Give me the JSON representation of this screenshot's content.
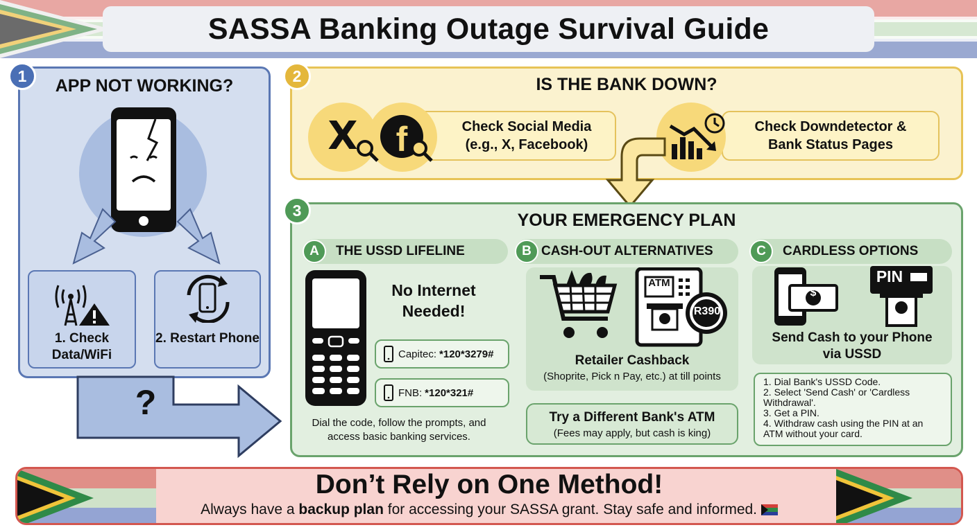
{
  "header": {
    "title": "SASSA Banking Outage Survival Guide"
  },
  "section1": {
    "number": "1",
    "title": "APP NOT WORKING?",
    "step1_label": "1. Check Data/WiFi",
    "step2_label": "2. Restart Phone",
    "question_mark": "?"
  },
  "section2": {
    "number": "2",
    "title": "IS THE BANK DOWN?",
    "social_label": "Check Social Media (e.g., X, Facebook)",
    "downdetector_label": "Check Downdetector & Bank Status Pages",
    "x_glyph": "X",
    "fb_glyph": "f"
  },
  "section3": {
    "number": "3",
    "title": "YOUR EMERGENCY PLAN",
    "col_a": {
      "letter": "A",
      "header": "THE USSD LIFELINE",
      "headline": "No Internet Needed!",
      "capitec_label": "Capitec:",
      "capitec_code": "*120*3279#",
      "fnb_label": "FNB:",
      "fnb_code": "*120*321#",
      "footer_text": "Dial the code, follow the prompts, and access basic banking services."
    },
    "col_b": {
      "letter": "B",
      "header": "CASH-OUT ALTERNATIVES",
      "atm_text": "ATM",
      "amount_badge": "R390",
      "cashback_title": "Retailer Cashback",
      "cashback_sub": "(Shoprite, Pick n Pay, etc.) at till points",
      "atm_title": "Try a Different Bank's ATM",
      "atm_sub": "(Fees may apply, but cash is king)"
    },
    "col_c": {
      "letter": "C",
      "header": "CARDLESS OPTIONS",
      "pin_text": "PIN",
      "dollar_glyph": "$",
      "send_cash_label": "Send Cash to your Phone via USSD",
      "steps": [
        "1. Dial Bank's USSD Code.",
        "2. Select 'Send Cash' or 'Cardless Withdrawal'.",
        "3. Get a PIN.",
        "4. Withdraw cash using the PIN at an ATM without your card."
      ]
    }
  },
  "footer": {
    "title": "Don’t Rely on One Method!",
    "sub_before": "Always have a ",
    "sub_bold": "backup plan",
    "sub_after": " for accessing your SASSA grant. Stay safe and informed. ",
    "flag_emoji_label": "south-africa-flag"
  },
  "colors": {
    "section1_border": "#5a77b3",
    "section2_border": "#e7c356",
    "section3_border": "#6aa36c",
    "footer_border": "#d3574f"
  }
}
